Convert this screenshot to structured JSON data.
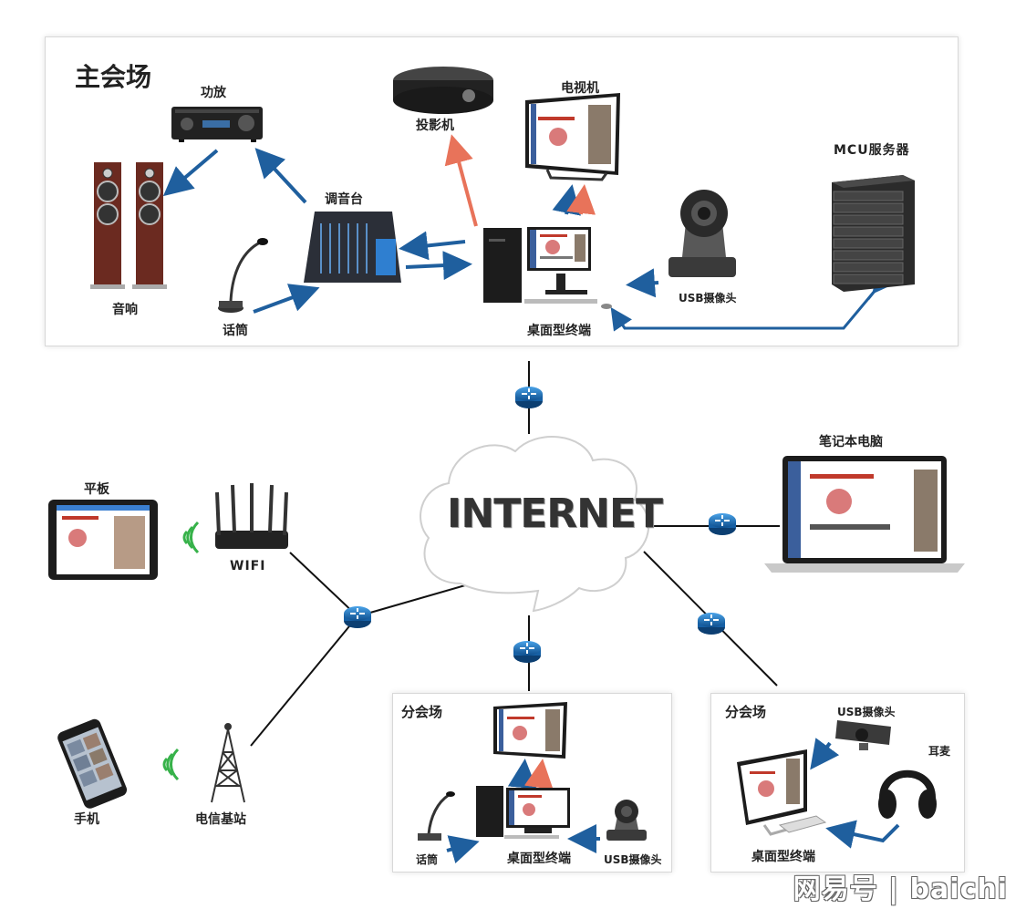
{
  "main_venue": {
    "title": "主会场",
    "amplifier": "功放",
    "speakers": "音响",
    "mixer": "调音台",
    "microphone": "话筒",
    "projector": "投影机",
    "tv": "电视机",
    "desktop_terminal": "桌面型终端",
    "usb_camera": "USB摄像头",
    "mcu_server": "MCU服务器"
  },
  "internet": {
    "label": "INTERNET"
  },
  "laptop": "笔记本电脑",
  "tablet": "平板",
  "wifi": "WIFI",
  "phone": "手机",
  "base_station": "电信基站",
  "branch1": {
    "title": "分会场",
    "microphone": "话筒",
    "desktop_terminal": "桌面型终端",
    "usb_camera": "USB摄像头"
  },
  "branch2": {
    "title": "分会场",
    "usb_camera": "USB摄像头",
    "headset": "耳麦",
    "desktop_terminal": "桌面型终端"
  },
  "watermark": "网易号 | baichi",
  "colors": {
    "blue_arrow": "#1f5f9e",
    "red_arrow": "#e8735a",
    "router": "#1b6fb5",
    "wifi": "#37b24a"
  }
}
